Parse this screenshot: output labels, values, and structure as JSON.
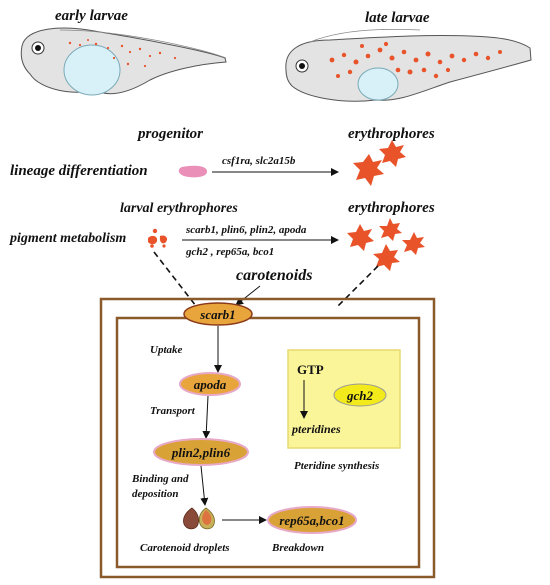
{
  "larvae": {
    "early_label": "early larvae",
    "late_label": "late larvae"
  },
  "lineage": {
    "progenitor_label": "progenitor",
    "row_label": "lineage differentiation",
    "genes": "csf1ra, slc2a15b",
    "erythrophores_label": "erythrophores"
  },
  "metabolism": {
    "larval_label": "larval erythrophores",
    "row_label": "pigment metabolism",
    "genes_line1": "scarb1,  plin6,  plin2,  apoda",
    "genes_line2": "gch2 , rep65a, bco1",
    "erythrophores_label": "erythrophores"
  },
  "pathway": {
    "carotenoids_label": "carotenoids",
    "scarb1": "scarb1",
    "uptake": "Uptake",
    "apoda": "apoda",
    "transport": "Transport",
    "plin": "plin2,plin6",
    "binding_line1": "Binding and",
    "binding_line2": "deposition",
    "droplets_label": "Carotenoid droplets",
    "rep": "rep65a,bco1",
    "breakdown": "Breakdown"
  },
  "pteridine": {
    "gtp": "GTP",
    "gch2": "gch2",
    "pteridines": "pteridines",
    "caption": "Pteridine synthesis"
  },
  "colors": {
    "pigment_red": "#e8532a",
    "pink_cell": "#e98fb8",
    "oval_fill": "#e8a53c",
    "oval_gold": "#d9a236",
    "cell_border": "#8a5a2b",
    "pteridine_box": "#fbf59a",
    "gch2_fill": "#f2ea1a",
    "yolk": "#d8f0f7"
  }
}
